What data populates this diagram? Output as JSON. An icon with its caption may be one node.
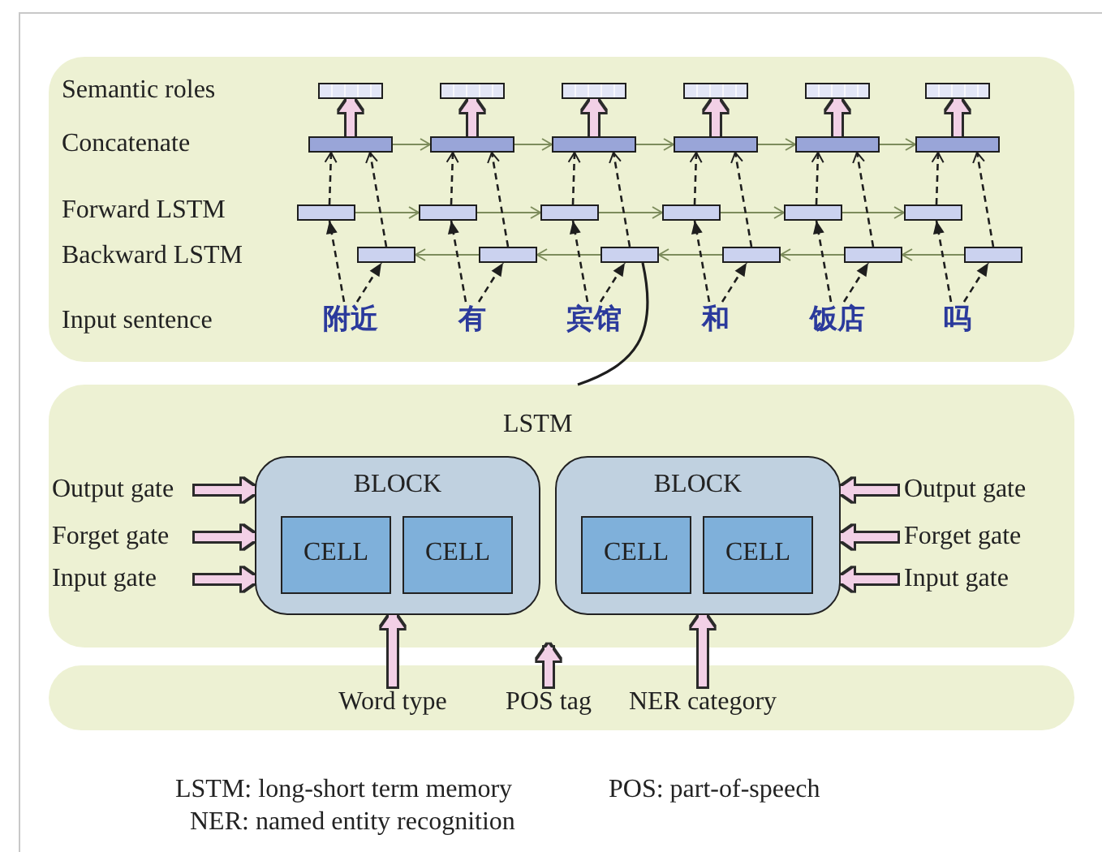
{
  "diagram": {
    "nodes": [
      {
        "text": [],
        "shape": "box"
      },
      {
        "text": [],
        "shape": "bar",
        "in": 0
      },
      {
        "text": [],
        "shape": "bar",
        "in": 0
      },
      {
        "text": [],
        "shape": "bar",
        "in": 0
      },
      {
        "text": [],
        "shape": "bar",
        "in": 0
      },
      {
        "text": [],
        "shape": "bar",
        "in": 0
      },
      {
        "text": [],
        "shape": "bar",
        "in": 0
      },
      {
        "text": [],
        "shape": "bar",
        "in": 0
      },
      {
        "text": [],
        "shape": "bar",
        "in": 0
      },
      {
        "text": [],
        "shape": "bar",
        "in": 0
      },
      {
        "text": [],
        "shape": "bar",
        "in": 0
      },
      {
        "text": [],
        "shape": "bar",
        "in": 0
      },
      {
        "text": [],
        "shape": "bar",
        "in": 0
      },
      {
        "text": [],
        "shape": "bar",
        "in": 0
      },
      {
        "text": [],
        "shape": "bar",
        "in": 0
      },
      {
        "text": [],
        "shape": "bar",
        "in": 0
      },
      {
        "text": [],
        "shape": "bar",
        "in": 0
      },
      {
        "text": [],
        "shape": "bar",
        "in": 0
      },
      {
        "text": [],
        "shape": "bar",
        "in": 0
      },
      {
        "text": [],
        "shape": "bar",
        "in": 0
      },
      {
        "text": [],
        "shape": "bar",
        "in": 0
      },
      {
        "text": [],
        "shape": "bar",
        "in": 0
      },
      {
        "text": [],
        "shape": "bar",
        "in": 0
      },
      {
        "text": [],
        "shape": "bar",
        "in": 0
      },
      {
        "text": [],
        "shape": "bar",
        "in": 0
      },
      {
        "text": [
          "附近"
        ],
        "in": 0
      },
      {
        "text": [
          "有"
        ],
        "in": 0
      },
      {
        "text": [
          "宾馆"
        ],
        "in": 0
      },
      {
        "text": [
          "和"
        ],
        "in": 0
      },
      {
        "text": [
          "饭店"
        ],
        "in": 0
      },
      {
        "text": [
          "吗"
        ],
        "in": 0
      },
      {
        "text": [
          "LSTM"
        ]
      },
      {
        "text": [
          "BLOCK"
        ],
        "in": 31
      },
      {
        "text": [
          "CELL"
        ],
        "in": 32
      },
      {
        "text": [
          "CELL"
        ],
        "in": 32
      },
      {
        "text": [
          "BLOCK"
        ],
        "in": 31
      },
      {
        "text": [
          "CELL"
        ],
        "in": 35
      },
      {
        "text": [
          "CELL"
        ],
        "in": 35
      },
      {
        "text": [
          "Output gate"
        ],
        "in": 31
      },
      {
        "text": [
          "Forget gate"
        ],
        "in": 31
      },
      {
        "text": [
          "Input gate"
        ],
        "in": 31
      },
      {
        "text": [
          "Output gate"
        ],
        "in": 31
      },
      {
        "text": [
          "Forget gate"
        ],
        "in": 31
      },
      {
        "text": [
          "Input gate"
        ],
        "in": 31
      },
      {
        "text": [],
        "shape": "box"
      },
      {
        "text": [
          "Word type"
        ],
        "in": 44
      },
      {
        "text": [
          "POS tag"
        ],
        "in": 44
      },
      {
        "text": [
          "NER category"
        ],
        "in": 44
      }
    ],
    "edges": [
      {
        "from": 7,
        "to": 1,
        "arrow": "to",
        "style": "thick",
        "color": "#f2d0e6"
      },
      {
        "from": 8,
        "to": 2,
        "arrow": "to",
        "style": "thick",
        "color": "#f2d0e6"
      },
      {
        "from": 9,
        "to": 3,
        "arrow": "to",
        "style": "thick",
        "color": "#f2d0e6"
      },
      {
        "from": 10,
        "to": 4,
        "arrow": "to",
        "style": "thick",
        "color": "#f2d0e6"
      },
      {
        "from": 11,
        "to": 5,
        "arrow": "to",
        "style": "thick",
        "color": "#f2d0e6"
      },
      {
        "from": 12,
        "to": 6,
        "arrow": "to",
        "style": "thick",
        "color": "#f2d0e6"
      },
      {
        "from": 7,
        "to": 8,
        "arrow": "to",
        "color": "#7d8c5c"
      },
      {
        "from": 8,
        "to": 9,
        "arrow": "to",
        "color": "#7d8c5c"
      },
      {
        "from": 9,
        "to": 10,
        "arrow": "to",
        "color": "#7d8c5c"
      },
      {
        "from": 10,
        "to": 11,
        "arrow": "to",
        "color": "#7d8c5c"
      },
      {
        "from": 11,
        "to": 12,
        "arrow": "to",
        "color": "#7d8c5c"
      },
      {
        "from": 13,
        "to": 14,
        "arrow": "to",
        "color": "#7d8c5c"
      },
      {
        "from": 14,
        "to": 15,
        "arrow": "to",
        "color": "#7d8c5c"
      },
      {
        "from": 15,
        "to": 16,
        "arrow": "to",
        "color": "#7d8c5c"
      },
      {
        "from": 16,
        "to": 17,
        "arrow": "to",
        "color": "#7d8c5c"
      },
      {
        "from": 17,
        "to": 18,
        "arrow": "to",
        "color": "#7d8c5c"
      },
      {
        "from": 20,
        "to": 19,
        "arrow": "to",
        "color": "#7d8c5c"
      },
      {
        "from": 21,
        "to": 20,
        "arrow": "to",
        "color": "#7d8c5c"
      },
      {
        "from": 22,
        "to": 21,
        "arrow": "to",
        "color": "#7d8c5c"
      },
      {
        "from": 23,
        "to": 22,
        "arrow": "to",
        "color": "#7d8c5c"
      },
      {
        "from": 24,
        "to": 23,
        "arrow": "to",
        "color": "#7d8c5c"
      },
      {
        "from": 25,
        "to": 13,
        "arrow": "to",
        "style": "dashed"
      },
      {
        "from": 25,
        "to": 19,
        "arrow": "to",
        "style": "dashed"
      },
      {
        "from": 13,
        "to": 7,
        "arrow": "to",
        "style": "dashed"
      },
      {
        "from": 19,
        "to": 7,
        "arrow": "to",
        "style": "dashed"
      },
      {
        "from": 26,
        "to": 14,
        "arrow": "to",
        "style": "dashed"
      },
      {
        "from": 26,
        "to": 20,
        "arrow": "to",
        "style": "dashed"
      },
      {
        "from": 14,
        "to": 8,
        "arrow": "to",
        "style": "dashed"
      },
      {
        "from": 20,
        "to": 8,
        "arrow": "to",
        "style": "dashed"
      },
      {
        "from": 27,
        "to": 15,
        "arrow": "to",
        "style": "dashed"
      },
      {
        "from": 27,
        "to": 21,
        "arrow": "to",
        "style": "dashed"
      },
      {
        "from": 15,
        "to": 9,
        "arrow": "to",
        "style": "dashed"
      },
      {
        "from": 21,
        "to": 9,
        "arrow": "to",
        "style": "dashed"
      },
      {
        "from": 28,
        "to": 16,
        "arrow": "to",
        "style": "dashed"
      },
      {
        "from": 28,
        "to": 22,
        "arrow": "to",
        "style": "dashed"
      },
      {
        "from": 16,
        "to": 10,
        "arrow": "to",
        "style": "dashed"
      },
      {
        "from": 22,
        "to": 10,
        "arrow": "to",
        "style": "dashed"
      },
      {
        "from": 29,
        "to": 17,
        "arrow": "to",
        "style": "dashed"
      },
      {
        "from": 29,
        "to": 23,
        "arrow": "to",
        "style": "dashed"
      },
      {
        "from": 17,
        "to": 11,
        "arrow": "to",
        "style": "dashed"
      },
      {
        "from": 23,
        "to": 11,
        "arrow": "to",
        "style": "dashed"
      },
      {
        "from": 30,
        "to": 18,
        "arrow": "to",
        "style": "dashed"
      },
      {
        "from": 30,
        "to": 24,
        "arrow": "to",
        "style": "dashed"
      },
      {
        "from": 18,
        "to": 12,
        "arrow": "to",
        "style": "dashed"
      },
      {
        "from": 24,
        "to": 12,
        "arrow": "to",
        "style": "dashed"
      },
      {
        "from": 21,
        "to": 31,
        "arrow": "none"
      },
      {
        "from": 38,
        "to": 32,
        "arrow": "to",
        "style": "thick",
        "color": "#f2d0e6"
      },
      {
        "from": 39,
        "to": 32,
        "arrow": "to",
        "style": "thick",
        "color": "#f2d0e6"
      },
      {
        "from": 40,
        "to": 32,
        "arrow": "to",
        "style": "thick",
        "color": "#f2d0e6"
      },
      {
        "from": 41,
        "to": 35,
        "arrow": "to",
        "style": "thick",
        "color": "#f2d0e6"
      },
      {
        "from": 42,
        "to": 35,
        "arrow": "to",
        "style": "thick",
        "color": "#f2d0e6"
      },
      {
        "from": 43,
        "to": 35,
        "arrow": "to",
        "style": "thick",
        "color": "#f2d0e6"
      },
      {
        "from": 45,
        "to": 32,
        "arrow": "to",
        "style": "thick",
        "color": "#f2d0e6"
      },
      {
        "from": 46,
        "to": 31,
        "arrow": "to",
        "style": "thick",
        "color": "#f2d0e6"
      },
      {
        "from": 47,
        "to": 35,
        "arrow": "to",
        "style": "thick",
        "color": "#f2d0e6"
      }
    ],
    "labels": [
      "Semantic roles",
      "Concatenate",
      "Forward LSTM",
      "Backward LSTM",
      "Input sentence",
      "LSTM: long-short term memory",
      "POS: part-of-speech",
      "NER: named entity recognition"
    ]
  }
}
